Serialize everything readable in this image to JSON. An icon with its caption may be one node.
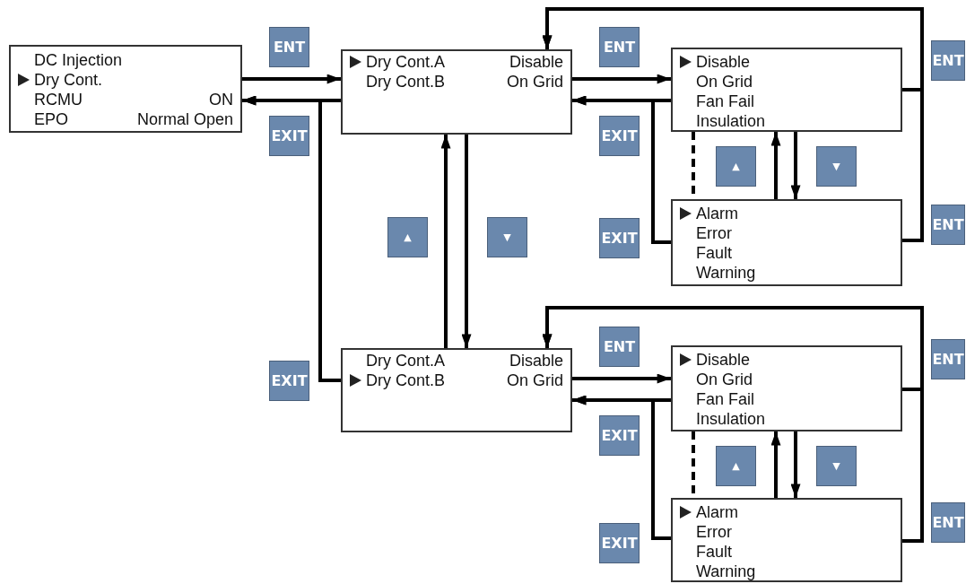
{
  "diagram": {
    "nodes": [
      {
        "text": [
          "DC Injection",
          "Dry Cont.",
          "RCMU",
          "ON",
          "EPO",
          "Normal Open"
        ]
      },
      {
        "text": [
          "ENT"
        ]
      },
      {
        "text": [
          "EXIT"
        ]
      },
      {
        "text": [
          "Dry Cont.A",
          "Disable",
          "Dry Cont.B",
          "On Grid"
        ]
      },
      {
        "text": [
          "ENT"
        ]
      },
      {
        "text": [
          "EXIT"
        ]
      },
      {
        "text": [
          "Disable",
          "On Grid",
          "Fan Fail",
          "Insulation"
        ]
      },
      {
        "text": [
          "ENT"
        ]
      },
      {
        "text": [
          "▲"
        ]
      },
      {
        "text": [
          "▼"
        ]
      },
      {
        "text": [
          "▲"
        ]
      },
      {
        "text": [
          "▼"
        ]
      },
      {
        "text": [
          "Alarm",
          "Error",
          "Fault",
          "Warning"
        ]
      },
      {
        "text": [
          "ENT"
        ]
      },
      {
        "text": [
          "EXIT"
        ]
      },
      {
        "text": [
          "ENT"
        ]
      },
      {
        "text": [
          "ENT"
        ]
      },
      {
        "text": [
          "Dry Cont.A",
          "Disable",
          "Dry Cont.B",
          "On Grid"
        ]
      },
      {
        "text": [
          "EXIT"
        ]
      },
      {
        "text": [
          "Disable",
          "On Grid",
          "Fan Fail",
          "Insulation"
        ]
      },
      {
        "text": [
          "EXIT"
        ]
      },
      {
        "text": [
          "▲"
        ]
      },
      {
        "text": [
          "▼"
        ]
      },
      {
        "text": [
          "Alarm",
          "Error",
          "Fault",
          "Warning"
        ]
      },
      {
        "text": [
          "ENT"
        ]
      },
      {
        "text": [
          "EXIT"
        ]
      }
    ],
    "edges": [
      {
        "from": 0,
        "to": 3,
        "arrow": "to"
      },
      {
        "from": 3,
        "to": 0,
        "arrow": "to"
      },
      {
        "from": 17,
        "to": 0,
        "arrow": "to"
      },
      {
        "from": 3,
        "to": 6,
        "arrow": "to"
      },
      {
        "from": 6,
        "to": 3,
        "arrow": "to"
      },
      {
        "from": 12,
        "to": 3,
        "arrow": "to"
      },
      {
        "from": 3,
        "to": 17,
        "arrow": "to"
      },
      {
        "from": 17,
        "to": 3,
        "arrow": "to"
      },
      {
        "from": 6,
        "to": 12,
        "arrow": "to"
      },
      {
        "from": 12,
        "to": 6,
        "arrow": "to"
      },
      {
        "from": 6,
        "to": 12,
        "arrow": "none",
        "style": "dashed"
      },
      {
        "from": 6,
        "to": 3,
        "arrow": "to"
      },
      {
        "from": 12,
        "to": 3,
        "arrow": "to"
      },
      {
        "from": 17,
        "to": 19,
        "arrow": "to"
      },
      {
        "from": 19,
        "to": 17,
        "arrow": "to"
      },
      {
        "from": 23,
        "to": 17,
        "arrow": "to"
      },
      {
        "from": 19,
        "to": 23,
        "arrow": "to"
      },
      {
        "from": 23,
        "to": 19,
        "arrow": "to"
      },
      {
        "from": 19,
        "to": 23,
        "arrow": "none",
        "style": "dashed"
      },
      {
        "from": 19,
        "to": 17,
        "arrow": "to"
      },
      {
        "from": 23,
        "to": 17,
        "arrow": "to"
      }
    ]
  }
}
